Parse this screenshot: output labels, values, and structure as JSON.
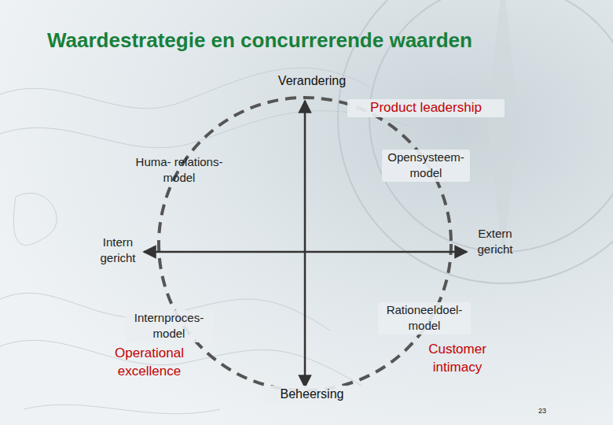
{
  "diagram": {
    "title": "Waardestrategie en concurrerende waarden",
    "labels": [
      "Verandering",
      "Product leadership",
      "Huma- relations- model",
      "Opensysteem- model",
      "Intern gericht",
      "Extern gericht",
      "Internproces- model",
      "Rationeeldoel- model",
      "Operational excellence",
      "Customer intimacy",
      "Beheersing",
      "23"
    ]
  }
}
